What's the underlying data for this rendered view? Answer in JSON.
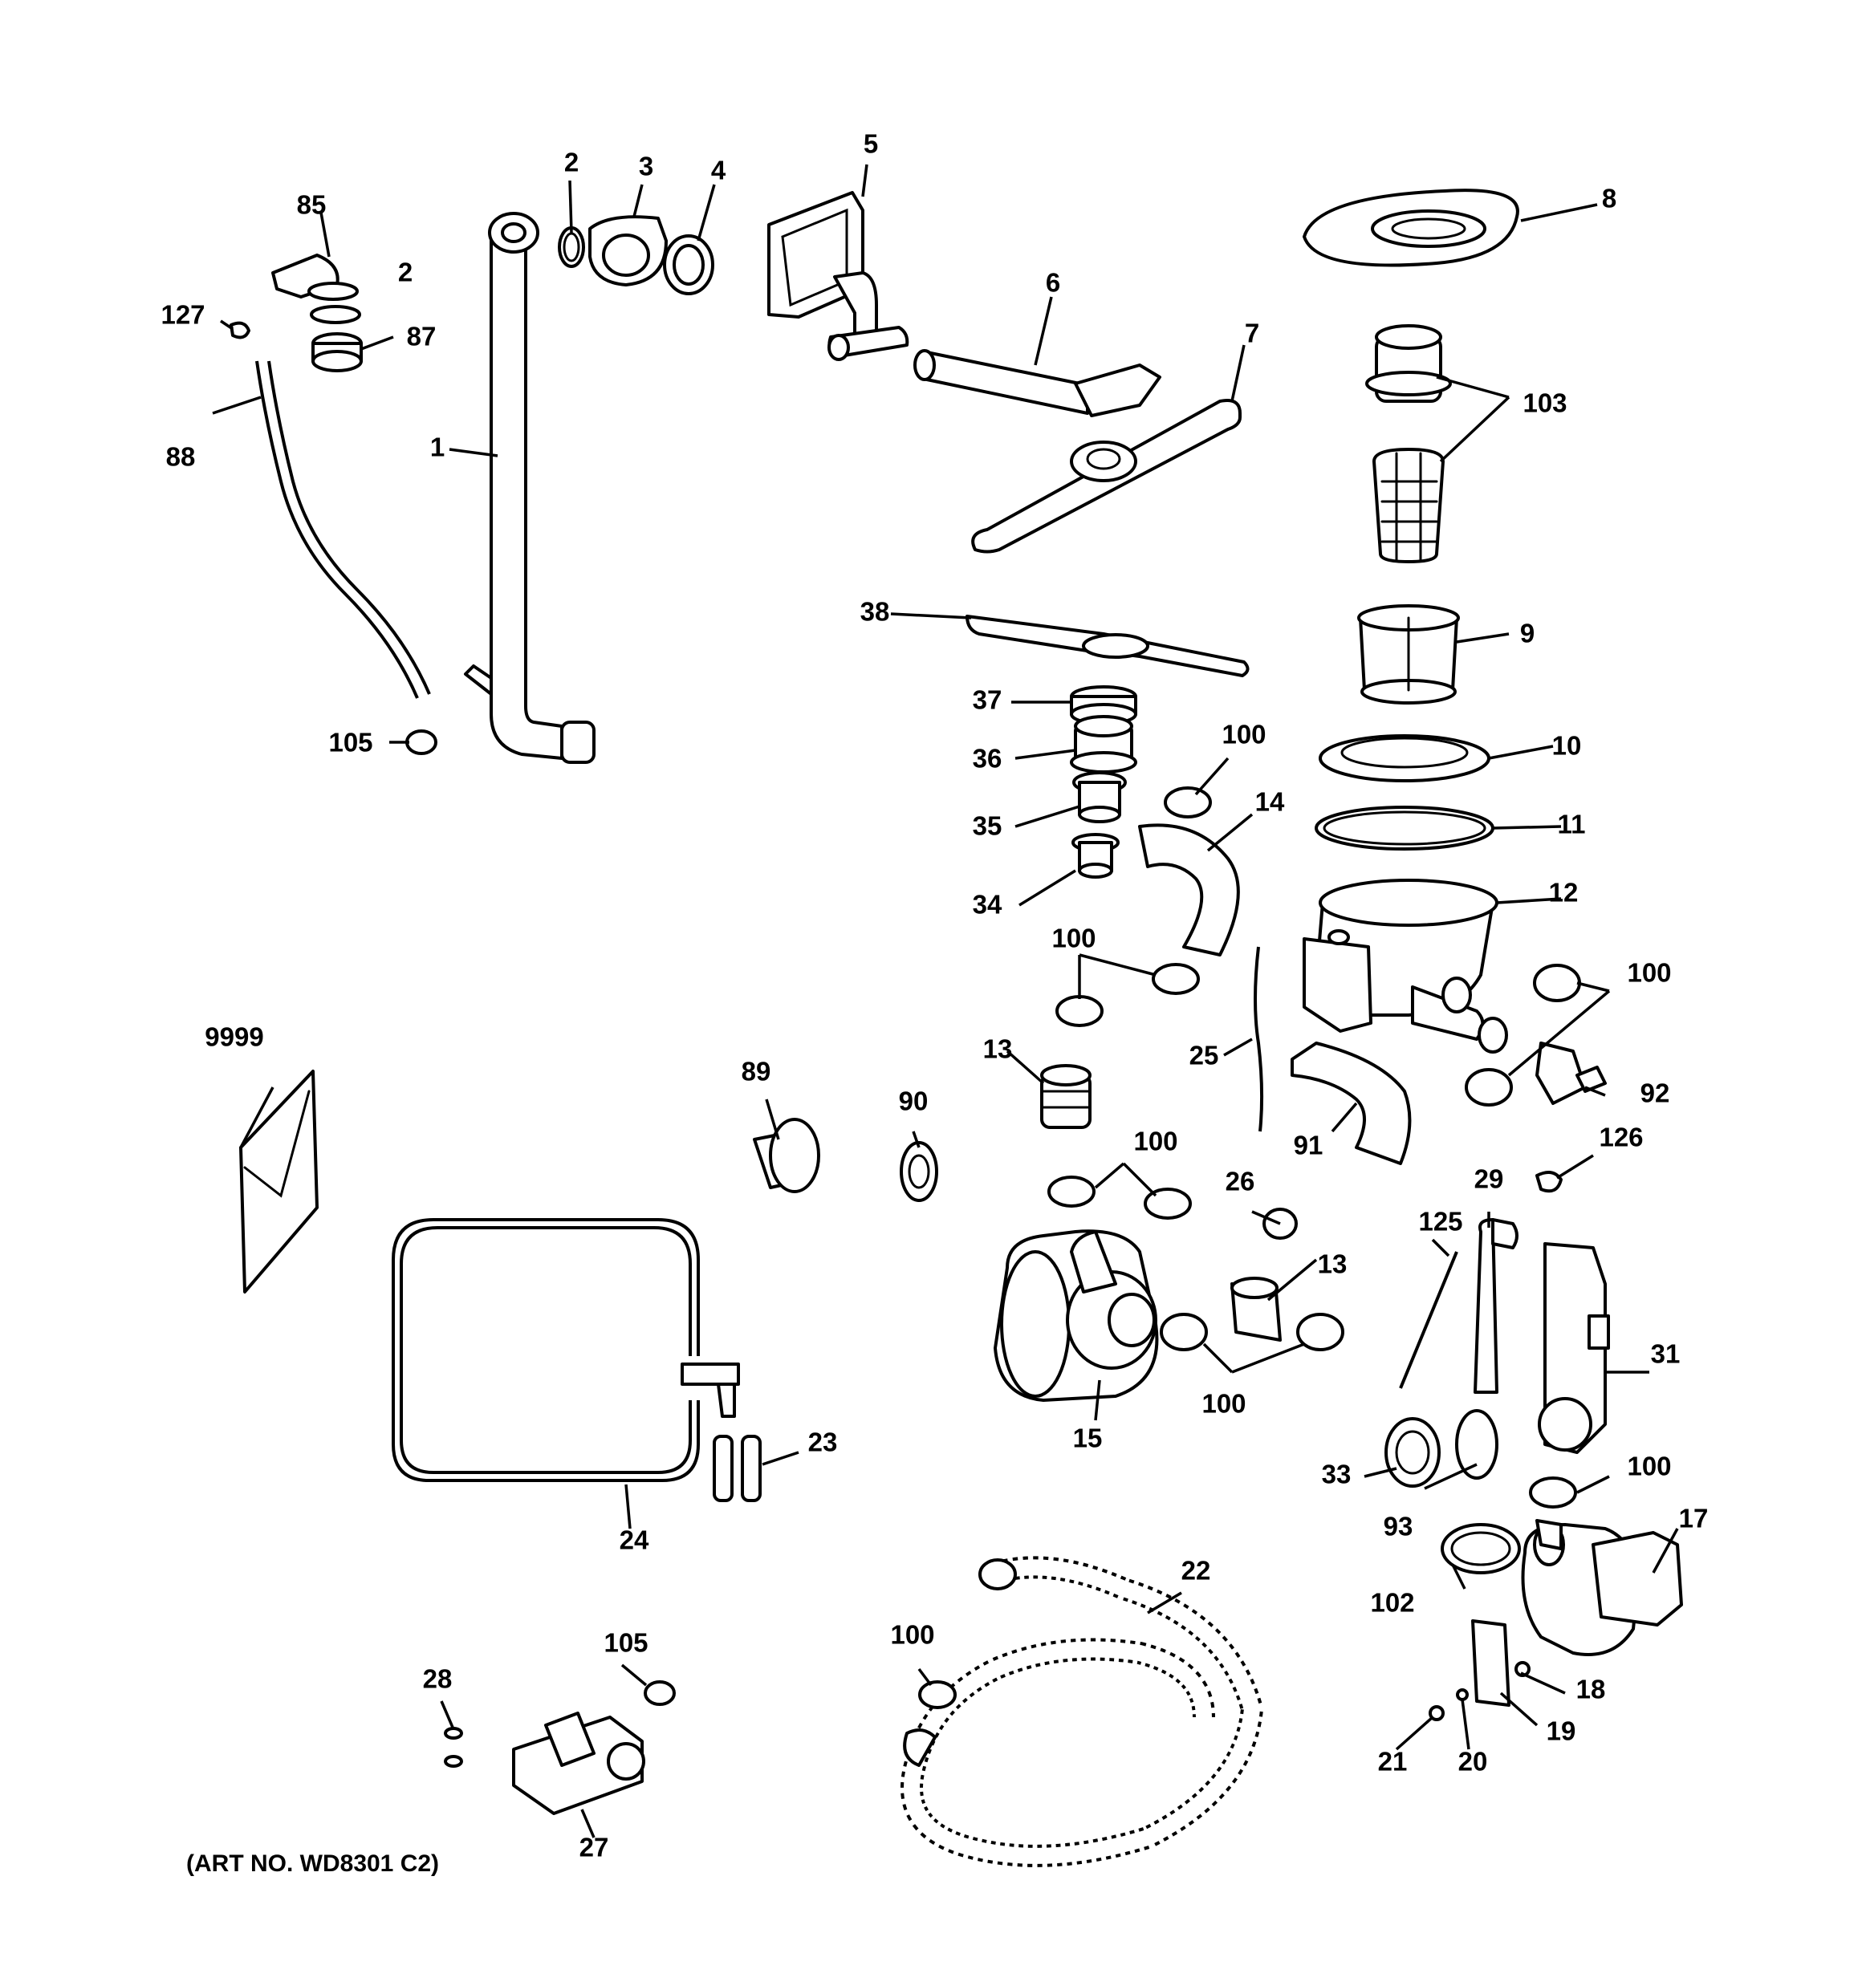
{
  "art_number": "(ART NO. WD8301 C2)",
  "callouts": {
    "c1": "1",
    "c2a": "2",
    "c2b": "2",
    "c3": "3",
    "c4": "4",
    "c5": "5",
    "c6": "6",
    "c7": "7",
    "c8": "8",
    "c9": "9",
    "c10": "10",
    "c11": "11",
    "c12": "12",
    "c13a": "13",
    "c13b": "13",
    "c14": "14",
    "c15": "15",
    "c17": "17",
    "c18": "18",
    "c19": "19",
    "c20": "20",
    "c21": "21",
    "c22": "22",
    "c23": "23",
    "c24": "24",
    "c25": "25",
    "c26": "26",
    "c27": "27",
    "c28": "28",
    "c29": "29",
    "c31": "31",
    "c33": "33",
    "c34": "34",
    "c35": "35",
    "c36": "36",
    "c37": "37",
    "c38": "38",
    "c85": "85",
    "c87": "87",
    "c88": "88",
    "c89": "89",
    "c90": "90",
    "c91": "91",
    "c92": "92",
    "c93": "93",
    "c100a": "100",
    "c100b": "100",
    "c100c": "100",
    "c100d": "100",
    "c100e": "100",
    "c100f": "100",
    "c100g": "100",
    "c102": "102",
    "c103": "103",
    "c105a": "105",
    "c105b": "105",
    "c125": "125",
    "c126": "126",
    "c127": "127",
    "c9999": "9999"
  }
}
